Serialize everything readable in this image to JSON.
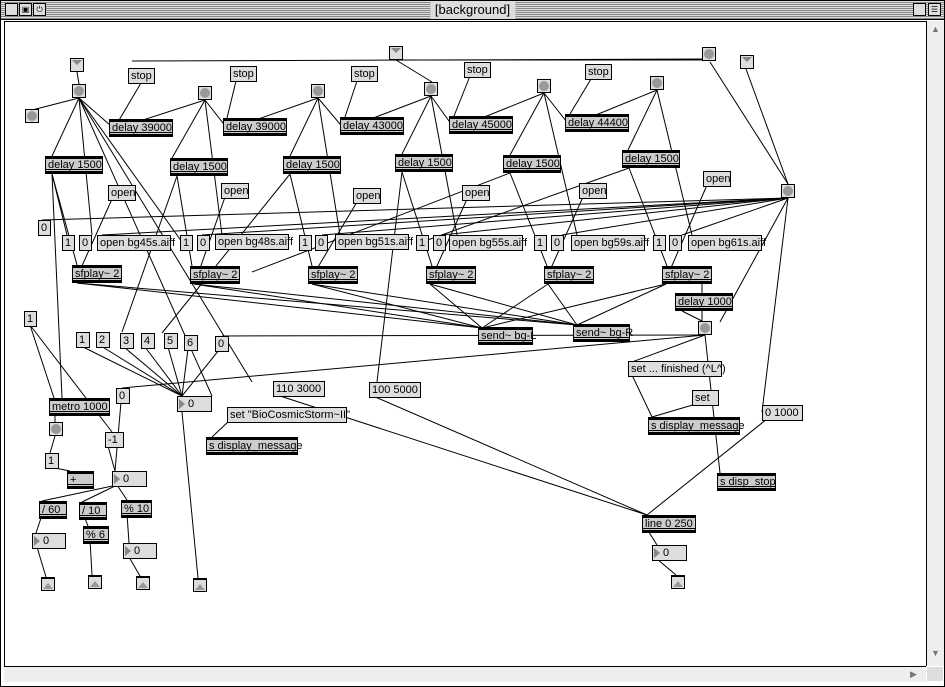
{
  "window": {
    "title": "[background]"
  },
  "objects": {
    "stop1": "stop",
    "stop2": "stop",
    "stop3": "stop",
    "stop4": "stop",
    "stop5": "stop",
    "d39a": "delay 39000",
    "d39b": "delay 39000",
    "d43": "delay 43000",
    "d45": "delay 45000",
    "d444": "delay 44400",
    "d15a": "delay 1500",
    "d15b": "delay 1500",
    "d15c": "delay 1500",
    "d15d": "delay 1500",
    "d15e": "delay 1500",
    "d15f": "delay 1500",
    "opa": "open",
    "opb": "open",
    "opc": "open",
    "opd": "open",
    "ope": "open",
    "opf": "open",
    "zero0": "0",
    "o1a": "1",
    "z1a": "0",
    "fa": "open bg45s.aiff",
    "o1b": "1",
    "z1b": "0",
    "fb": "open bg48s.aiff",
    "o1c": "1",
    "z1c": "0",
    "fc": "open bg51s.aiff",
    "o1d": "1",
    "z1d": "0",
    "fd": "open bg55s.aiff",
    "o1e": "1",
    "z1e": "0",
    "fe": "open bg59s.aiff",
    "o1f": "1",
    "z1f": "0",
    "ff": "open bg61s.aiff",
    "sfa": "sfplay~ 2",
    "sfb": "sfplay~ 2",
    "sfc": "sfplay~ 2",
    "sfd": "sfplay~ 2",
    "sfe": "sfplay~ 2",
    "sff": "sfplay~ 2",
    "d1000": "delay 1000",
    "sendL": "send~ bg-L",
    "sendR": "send~ bg-R",
    "m1left": "1",
    "n1": "1",
    "n2": "2",
    "n3": "3",
    "n4": "4",
    "n5": "5",
    "n6": "6",
    "n0": "0",
    "m1103": "110 3000",
    "m1005": "100 5000",
    "m0b": "0",
    "metro": "metro 1000",
    "numsel": "0",
    "setbio": "set \"BioCosmicStorm~II\"",
    "sdm1": "s display_message",
    "m1c": "1",
    "mneg": "-1",
    "plus": "+",
    "numacc": "0",
    "div60": "/ 60",
    "div10": "/ 10",
    "mod10": "% 10",
    "mod6": "% 6",
    "nummin": "0",
    "numsec": "0",
    "setfin": "set ... finished (^L^)",
    "setempty": "set",
    "sdm2": "s display_message",
    "m01000": "0 1000",
    "sdispstop": "s disp_stop",
    "line": "line 0 250",
    "numline": "0"
  }
}
